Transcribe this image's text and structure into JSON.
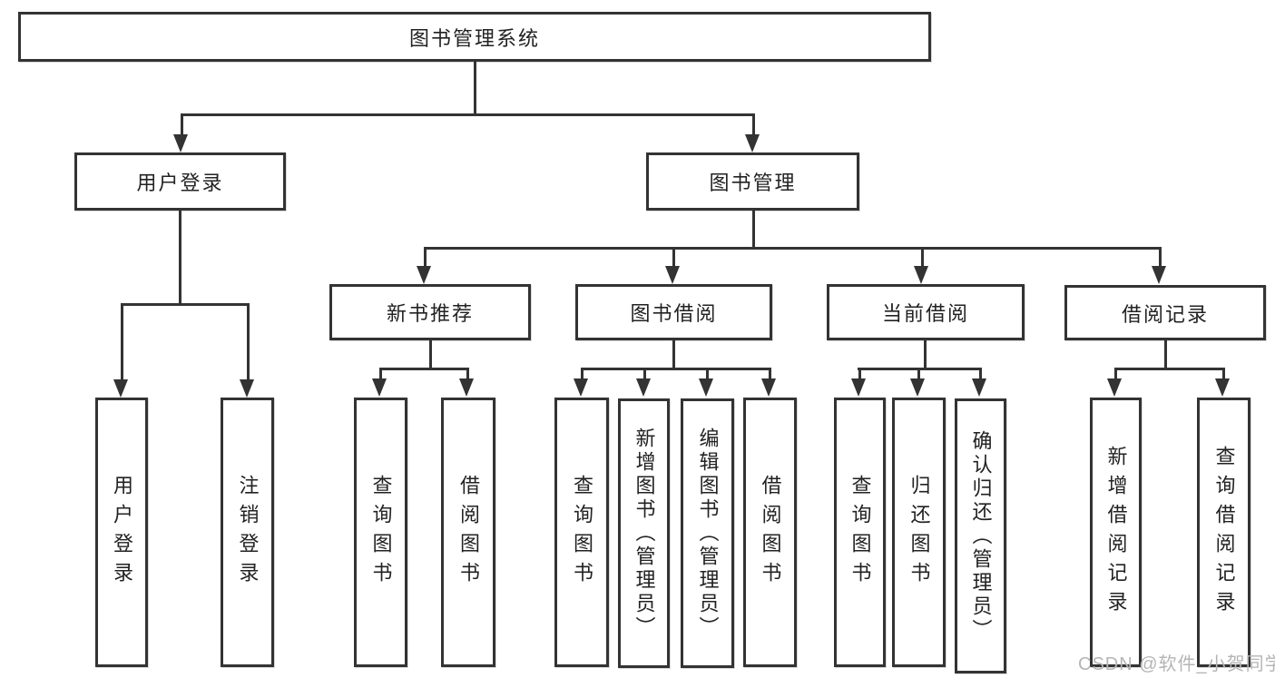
{
  "diagram_title": "图书管理系统",
  "nodes": {
    "root": "图书管理系统",
    "level2": [
      "用户登录",
      "图书管理"
    ],
    "level3": [
      "新书推荐",
      "图书借阅",
      "当前借阅",
      "借阅记录"
    ],
    "login_children": [
      "用户登录",
      "注销登录"
    ],
    "recommend_children": [
      "查询图书",
      "借阅图书"
    ],
    "borrow_children": [
      "查询图书",
      "新增图书（管理员）",
      "编辑图书（管理员）",
      "借阅图书"
    ],
    "current_children": [
      "查询图书",
      "归还图书",
      "确认归还（管理员）"
    ],
    "records_children": [
      "新增借阅记录",
      "查询借阅记录"
    ]
  },
  "watermark": "CSDN @软件_小贺同学",
  "colors": {
    "line": "#333333",
    "text": "#222222",
    "watermark": "#b5b5b5",
    "background": "#ffffff"
  }
}
